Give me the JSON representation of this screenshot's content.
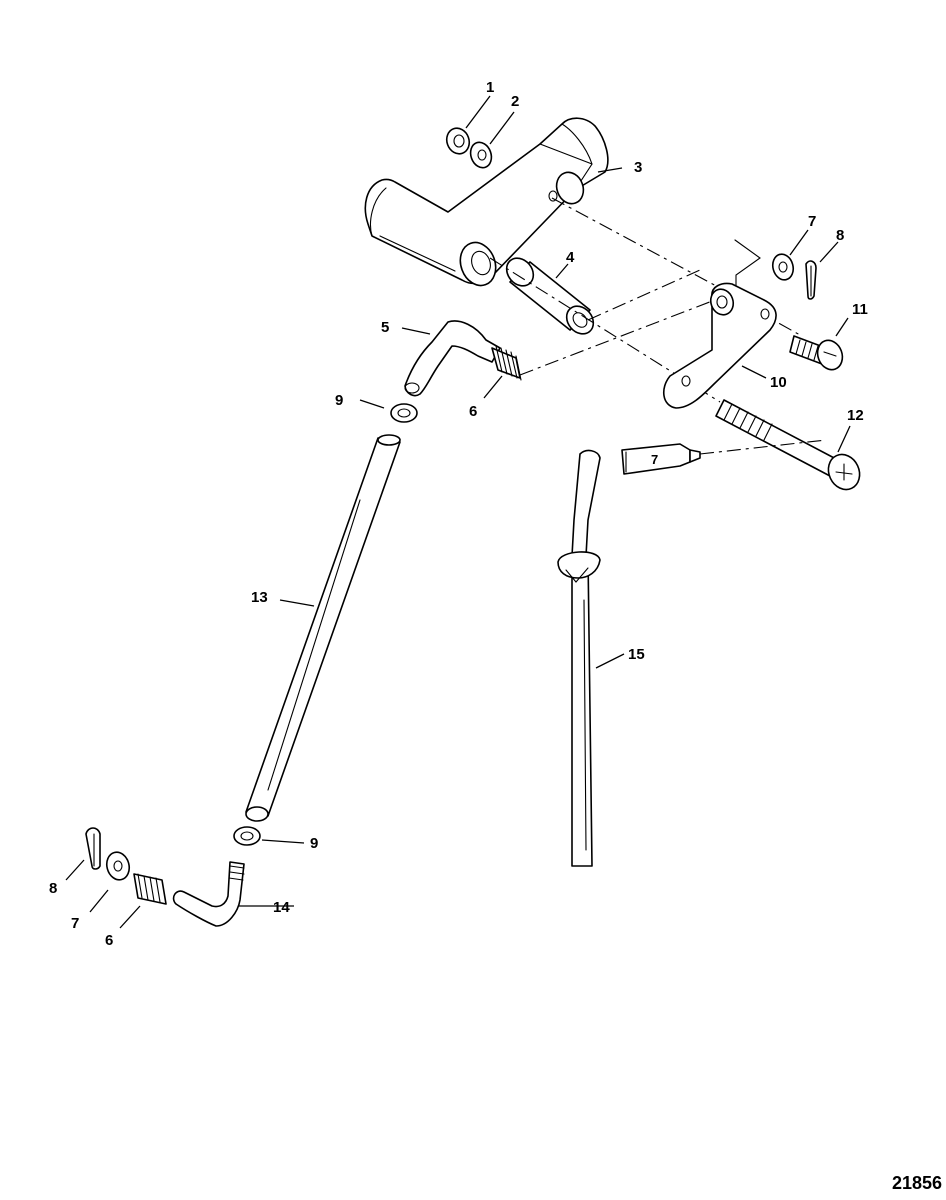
{
  "figure_number": "21856",
  "callouts": {
    "c1": "1",
    "c2": "2",
    "c3": "3",
    "c4": "4",
    "c5": "5",
    "c6a": "6",
    "c6b": "6",
    "c7a": "7",
    "c7b": "7",
    "c7c": "7",
    "c8a": "8",
    "c8b": "8",
    "c9a": "9",
    "c9b": "9",
    "c10": "10",
    "c11": "11",
    "c12": "12",
    "c13": "13",
    "c14": "14",
    "c15": "15"
  }
}
